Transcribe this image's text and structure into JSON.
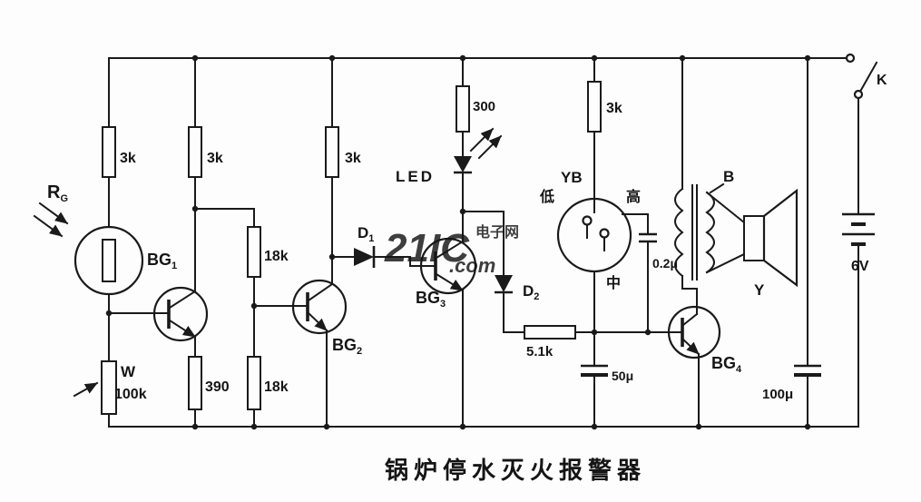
{
  "caption": "锅炉停水灭火报警器",
  "watermark": {
    "brand": "21IC",
    "site": "电子网",
    "tld": ".com",
    "color": "#d98f8f"
  },
  "labels": {
    "rg": {
      "base": "R",
      "sub": "G"
    },
    "r1": "3k",
    "r2": "3k",
    "r3": "3k",
    "r4": "3k",
    "r300": "300",
    "r18k_upper": "18k",
    "r390": "390",
    "r18k_lower": "18k",
    "pot_name": "W",
    "pot_value": "100k",
    "bg1": {
      "base": "BG",
      "sub": "1"
    },
    "bg2": {
      "base": "BG",
      "sub": "2"
    },
    "bg3": {
      "base": "BG",
      "sub": "3"
    },
    "bg4": {
      "base": "BG",
      "sub": "4"
    },
    "d1": {
      "base": "D",
      "sub": "1"
    },
    "d2": {
      "base": "D",
      "sub": "2"
    },
    "led": "LED",
    "r51k": "5.1k",
    "yb": "YB",
    "probe_low": "低",
    "probe_high": "高",
    "probe_mid": "中",
    "c_02u": "0.2μ",
    "c_50u": "50μ",
    "c_100u": "100μ",
    "transformer": "B",
    "speaker": "Y",
    "switch": "K",
    "battery": "6V"
  }
}
